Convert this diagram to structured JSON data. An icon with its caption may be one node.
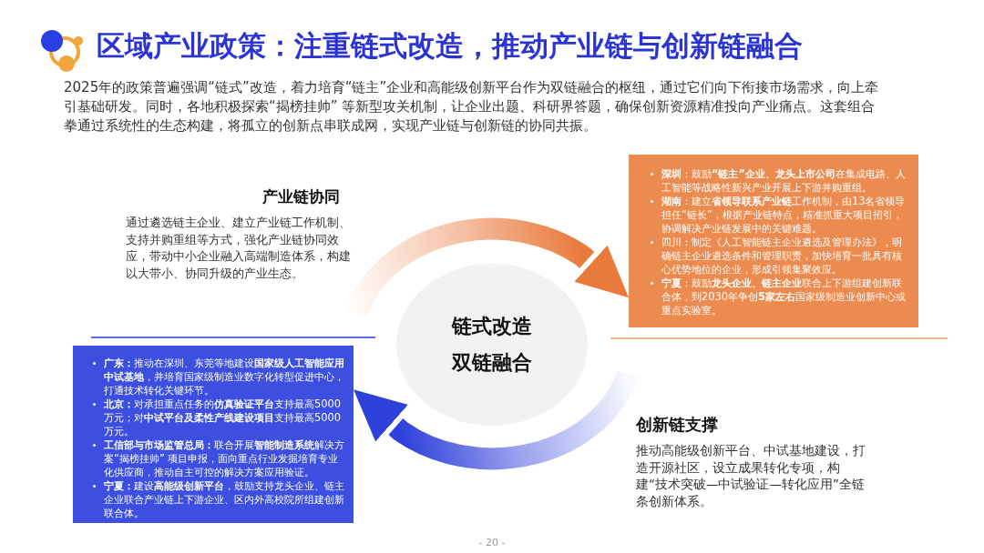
{
  "diagram": {
    "title": "区域产业政策：注重链式改造，推动产业链与创新链融合",
    "nodes": [
      {
        "text": [
          "**深圳**：鼓励**“链主”企业、龙头上市公司**在集成电路、人工智能等战略性新兴产业开展上下游并购重组。",
          "**湖南**：建立**省领导联系产业链**工作机制，由13名省领导担任“链长”，根据产业链特点，精准抓重大项目招引，协调解决产业链发展中的关键难题。",
          "四川：制定《人工智能链主企业遴选及管理办法》，明确链主企业遴选条件和管理职责，加快培育一批具有核心优势地位的企业，形成引领集聚效应。",
          "**宁夏**：鼓励**龙头企业、链主企业**联合上下游组建创新联合体，到2030年争创**5家左右**国家级制造业创新中心或重点实验室。"
        ]
      },
      {
        "text": [
          "链式改造",
          "双链融合"
        ]
      },
      {
        "text": [
          "**广东：**推动在深圳、东莞等地建设**国家级人工智能应用中试基地**，并培育国家级制造业数字化转型促进中心，打通技术转化关键环节。",
          "**北京：**对承担重点任务的**仿真验证平台**支持最高5000万元；对**中试平台及柔性产线建设项目**支持最高5000万元。",
          "**工信部与市场监管总局：**联合开展**智能制造系统**解决方案“揭榜挂帅” 项目申报，面向重点行业发掘培育专业化供应商，推动自主可控的解决方案应用验证。",
          "**宁夏：**建设**高能级创新平台**，鼓励支持龙头企业、链主企业联合产业链上下游企业、区内外高校院所组建创新联合体。"
        ]
      }
    ],
    "edges": [
      {
        "from": null,
        "to": 0,
        "arrow": "to",
        "style": "thick",
        "color": "#e97a3c"
      },
      {
        "from": null,
        "to": 2,
        "arrow": "to",
        "style": "thick",
        "color": "#2f41db"
      }
    ],
    "labels": [
      "2025年的政策普遍强调“链式”改造，着力培育“链主”企业和高能级创新平台作为双链融合的枢纽，通过它们向下衔接市场需求，向上牵引基础研发。同时，各地积极探索“揭榜挂帅” 等新型攻关机制，让企业出题、科研界答题，确保创新资源精准投向产业痛点。这套组合拳通过系统性的生态构建，将孤立的创新点串联成网，实现产业链与创新链的协同共振。",
      "产业链协同",
      "通过遴选链主企业、建立产业链工作机制、支持并购重组等方式，强化产业链协同效应，带动中小企业融入高端制造体系，构建以大带小、协同升级的产业生态。",
      "创新链支撑",
      "推动高能级创新平台、中试基地建设，打造开源社区，设立成果转化专项，构建“技术突破—中试验证—转化应用”全链条创新体系。",
      "- 20 -"
    ]
  }
}
